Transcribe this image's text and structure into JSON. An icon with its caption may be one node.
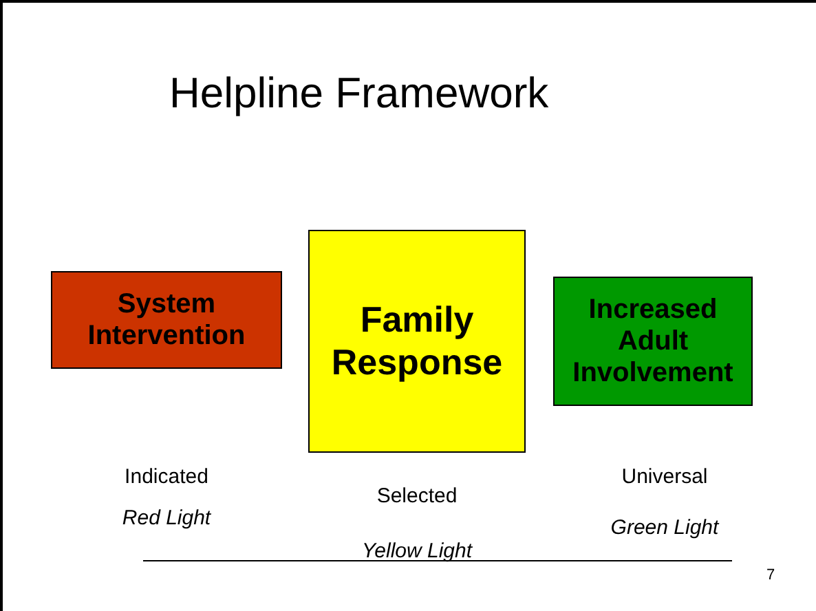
{
  "diagram": {
    "title": "Helpline Framework",
    "nodes": [
      {
        "text": [
          "System Intervention"
        ],
        "beside": [
          "Indicated",
          "Red Light"
        ]
      },
      {
        "text": [
          "Family Response"
        ],
        "beside": [
          "Selected",
          "Yellow Light"
        ]
      },
      {
        "text": [
          "Increased Adult Involvement"
        ],
        "beside": [
          "Universal",
          "Green Light"
        ]
      }
    ],
    "labels": [
      "7"
    ]
  }
}
